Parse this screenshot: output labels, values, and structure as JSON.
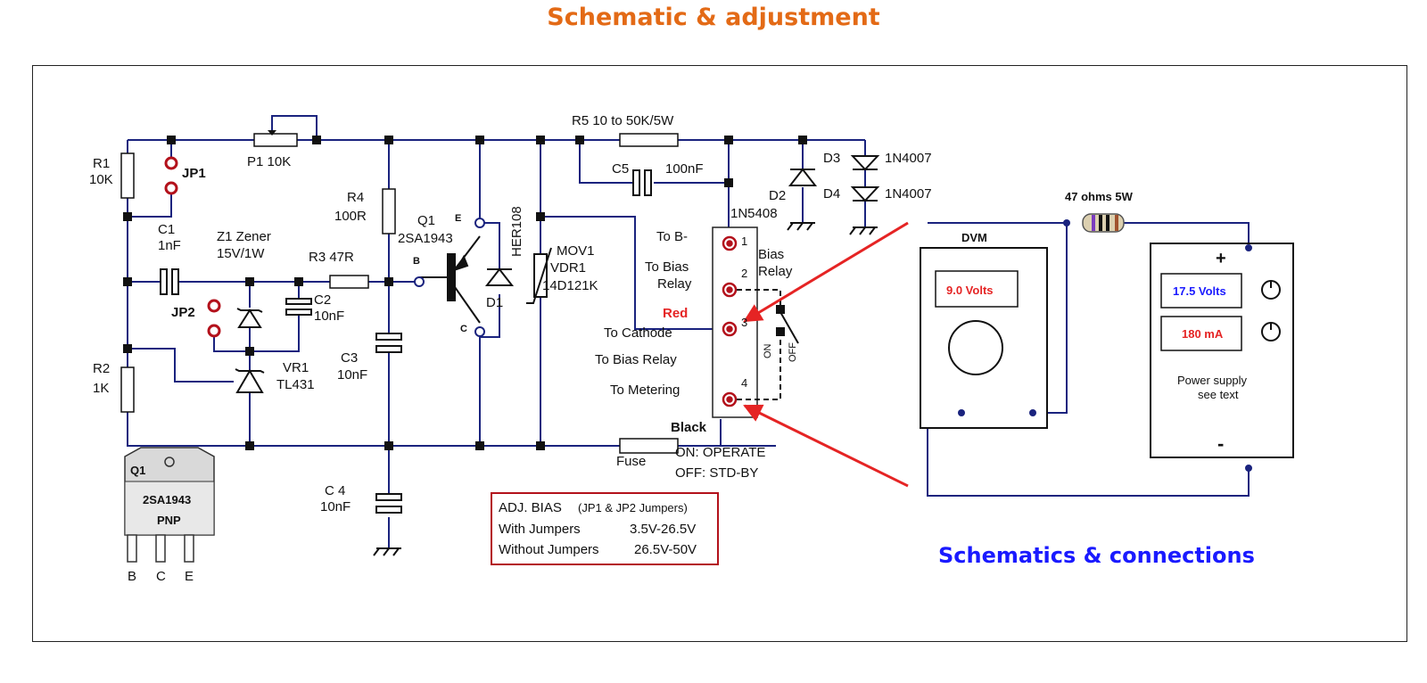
{
  "title": "Schematic & adjustment",
  "components": {
    "r1": {
      "name": "R1",
      "value": "10K"
    },
    "jp1": "JP1",
    "p1": "P1 10K",
    "r5": "R5 10 to 50K/5W",
    "c5": {
      "name": "C5",
      "value": "100nF"
    },
    "d3": {
      "name": "D3",
      "value": "1N4007"
    },
    "d4": {
      "name": "D4",
      "value": "1N4007"
    },
    "d2": {
      "name": "D2",
      "value": "1N5408"
    },
    "r4": {
      "name": "R4",
      "value": "100R"
    },
    "q1": {
      "name": "Q1",
      "value": "2SA1943"
    },
    "her": "HER108",
    "d1": "D1",
    "mov": {
      "name": "MOV1",
      "vdr": "VDR1",
      "value": "14D121K"
    },
    "c1": {
      "name": "C1",
      "value": "1nF"
    },
    "z1": {
      "name": "Z1 Zener",
      "value": "15V/1W"
    },
    "r3": "R3 47R",
    "c2": {
      "name": "C2",
      "value": "10nF"
    },
    "jp2": "JP2",
    "r2": {
      "name": "R2",
      "value": "1K"
    },
    "vr1": {
      "name": "VR1",
      "value": "TL431"
    },
    "c3": {
      "name": "C3",
      "value": "10nF"
    },
    "c4": {
      "name": "C 4",
      "value": "10nF"
    },
    "fuse": "Fuse",
    "pin_b": "B",
    "pin_e": "E",
    "pin_c": "C"
  },
  "package": {
    "label": "Q1",
    "part": "2SA1943",
    "type": "PNP",
    "pins": [
      "B",
      "C",
      "E"
    ]
  },
  "connector": {
    "to_b": "To B-",
    "to_bias_relay_a": "To Bias",
    "to_bias_relay_b": "Relay",
    "red": "Red",
    "to_cathode": "To Cathode",
    "to_bias_relay2": "To Bias Relay",
    "to_metering": "To Metering",
    "black": "Black",
    "pins": [
      "1",
      "2",
      "3",
      "4"
    ],
    "bias_relay_a": "Bias",
    "bias_relay_b": "Relay",
    "switch_on": "ON",
    "switch_off": "OFF",
    "on_text": "ON: OPERATE",
    "off_text": "OFF: STD-BY"
  },
  "adj_bias": {
    "title": "ADJ. BIAS",
    "subtitle": "(JP1 & JP2 Jumpers)",
    "row1_label": "With Jumpers",
    "row1_value": "3.5V-26.5V",
    "row2_label": "Without Jumpers",
    "row2_value": "26.5V-50V"
  },
  "resistor": "47 ohms  5W",
  "dvm": {
    "label": "DVM",
    "reading": "9.0 Volts"
  },
  "power_supply": {
    "voltage": "17.5 Volts",
    "current": "180 mA",
    "label_line1": "Power supply",
    "label_line2": "see text",
    "plus": "+",
    "minus": "-"
  },
  "connections_caption": "Schematics & connections",
  "colors": {
    "title": "#e36a16",
    "wire": "#1a237e",
    "red": "#e52424",
    "blue": "#1a1aff",
    "jumper": "#b3111b"
  }
}
